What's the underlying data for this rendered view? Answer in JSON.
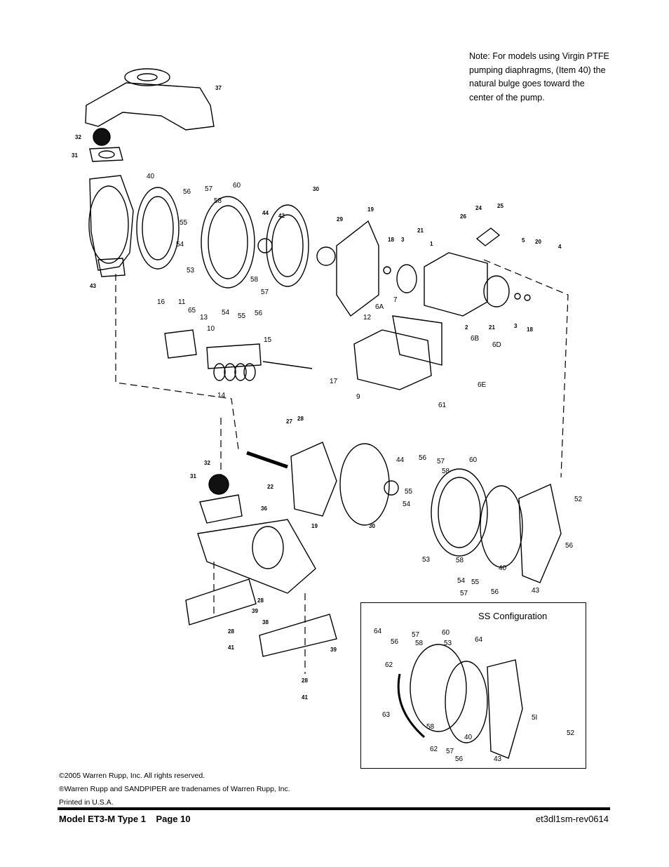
{
  "note": "Note: For models using Virgin PTFE pumping diaphragms, (Item 40) the natural bulge goes toward the center of the pump.",
  "ss_title": "SS Configuration",
  "labels": {
    "l37": "37",
    "l32": "32",
    "l31": "31",
    "l40": "40",
    "l56": "56",
    "l57": "57",
    "l60": "60",
    "l58": "58",
    "l30": "30",
    "l44": "44",
    "l42": "42",
    "l29": "29",
    "l19": "19",
    "l26": "26",
    "l24": "24",
    "l25": "25",
    "l55": "55",
    "l54": "54",
    "l53": "53",
    "l43": "43",
    "l18": "18",
    "l3": "3",
    "l21": "21",
    "l1": "1",
    "l5": "5",
    "l20": "20",
    "l4": "4",
    "l58b": "58",
    "l57b": "57",
    "l54b": "54",
    "l55b": "55",
    "l56b": "56",
    "l6A": "6A",
    "l7": "7",
    "l16": "16",
    "l11": "11",
    "l65": "65",
    "l13": "13",
    "l10": "10",
    "l15": "15",
    "l12": "12",
    "l2": "2",
    "l21b": "21",
    "l3b": "3",
    "l18b": "18",
    "l6B": "6B",
    "l6D": "6D",
    "l17": "17",
    "l9": "9",
    "l6E": "6E",
    "l14": "14",
    "l61": "61",
    "l27": "27",
    "l28": "28",
    "l32b": "32",
    "l31b": "31",
    "l22": "22",
    "l19b": "19",
    "l30b": "30",
    "l44b": "44",
    "l56c": "56",
    "l57c": "57",
    "l60b": "60",
    "l58c": "58",
    "l55c": "55",
    "l54c": "54",
    "l52": "52",
    "l36": "36",
    "l53b": "53",
    "l40b": "40",
    "l56d": "56",
    "l58d": "58",
    "l54d": "54",
    "l55d": "55",
    "l57d": "57",
    "l56e": "56",
    "l43b": "43",
    "l28b": "28",
    "l38": "38",
    "l39": "39",
    "l28c": "28",
    "l41": "41",
    "l39b": "39",
    "l28d": "28",
    "l41b": "41",
    "s64": "64",
    "s57": "57",
    "s56": "56",
    "s58": "58",
    "s60": "60",
    "s53": "53",
    "s64b": "64",
    "s62": "62",
    "s63": "63",
    "s58b": "58",
    "s40": "40",
    "s62b": "62",
    "s57b": "57",
    "s56b": "56",
    "s43": "43",
    "s51": "5I",
    "s52": "52"
  },
  "footer": {
    "copyright": "©2005 Warren Rupp, Inc. All rights reserved.",
    "trademark": "®Warren Rupp and SANDPIPER are tradenames of Warren Rupp, Inc.",
    "printed": "Printed in U.S.A.",
    "model": "Model ET3-M Type 1    Page 10",
    "doc_id": "et3dl1sm-rev0614"
  }
}
